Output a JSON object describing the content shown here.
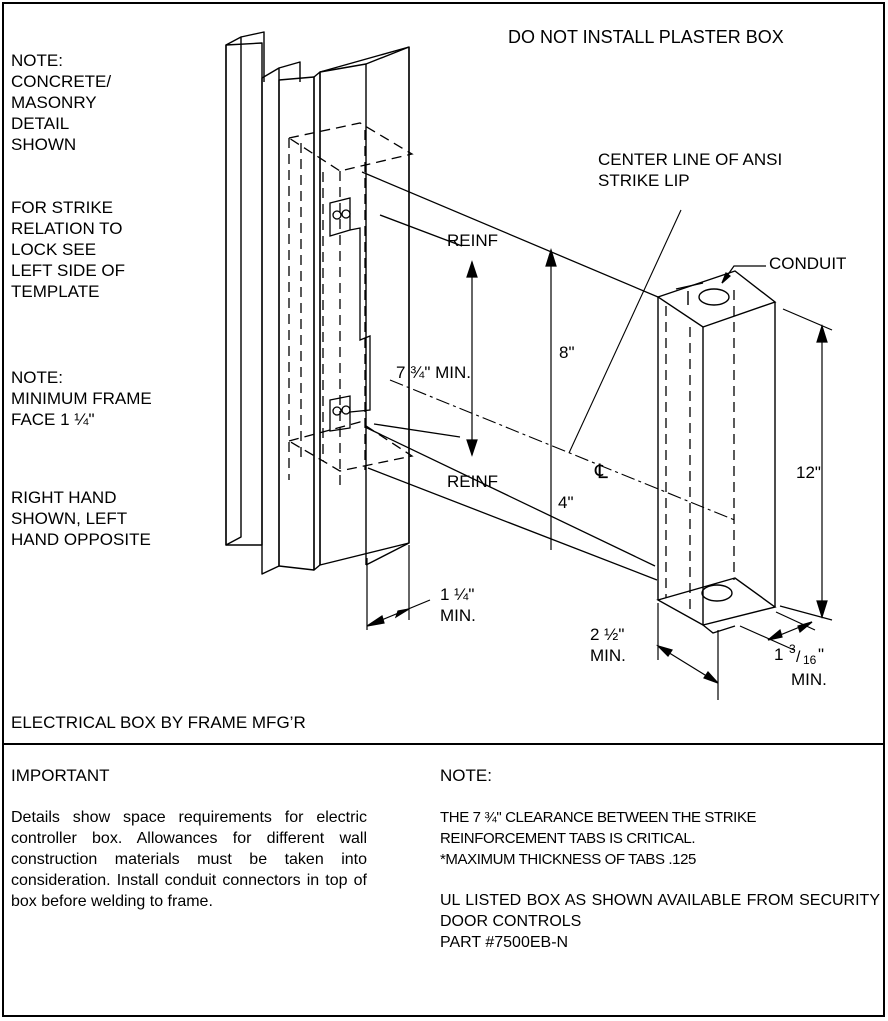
{
  "header": {
    "warning": "DO NOT INSTALL PLASTER BOX"
  },
  "left_notes": {
    "note1": "NOTE:\nCONCRETE/\nMASONRY\nDETAIL\nSHOWN",
    "note2": "FOR STRIKE\nRELATION TO\nLOCK SEE\nLEFT SIDE OF\nTEMPLATE",
    "note3": "NOTE:\nMINIMUM  FRAME\nFACE 1 ¼\"",
    "note4": "RIGHT HAND\nSHOWN, LEFT\nHAND OPPOSITE"
  },
  "diagram_labels": {
    "center_line": "CENTER LINE OF ANSI\nSTRIKE LIP",
    "conduit": "CONDUIT",
    "reinf_top": "REINF",
    "reinf_bottom": "REINF",
    "dim_7_34": "7 ¾\" MIN.",
    "dim_8": "8\"",
    "dim_4": "4\"",
    "dim_12": "12\"",
    "centerline_symbol": "℄",
    "dim_1_14": "1 ¼\"\nMIN.",
    "dim_2_12": "2 ½\"\nMIN.",
    "dim_1_316_whole": "1",
    "dim_1_316_num": "3",
    "dim_1_316_den": "16",
    "dim_1_316_suffix": "\"",
    "dim_min": "MIN."
  },
  "footer_caption": "ELECTRICAL BOX BY FRAME MFG’R",
  "important": {
    "heading": "IMPORTANT",
    "body": "Details show space requirements for electric controller box. Allowances for different wall construction materials must be taken into consideration. Install conduit connectors in top of box before welding to frame."
  },
  "note": {
    "heading": "NOTE:",
    "para1": "THE 7 ¾\" CLEARANCE BETWEEN THE STRIKE REINFORCEMENT TABS IS CRITICAL.\n*MAXIMUM THICKNESS OF TABS .125",
    "para2": "UL LISTED BOX AS SHOWN AVAILABLE FROM SECURITY DOOR CONTROLS\nPART #7500EB-N"
  }
}
